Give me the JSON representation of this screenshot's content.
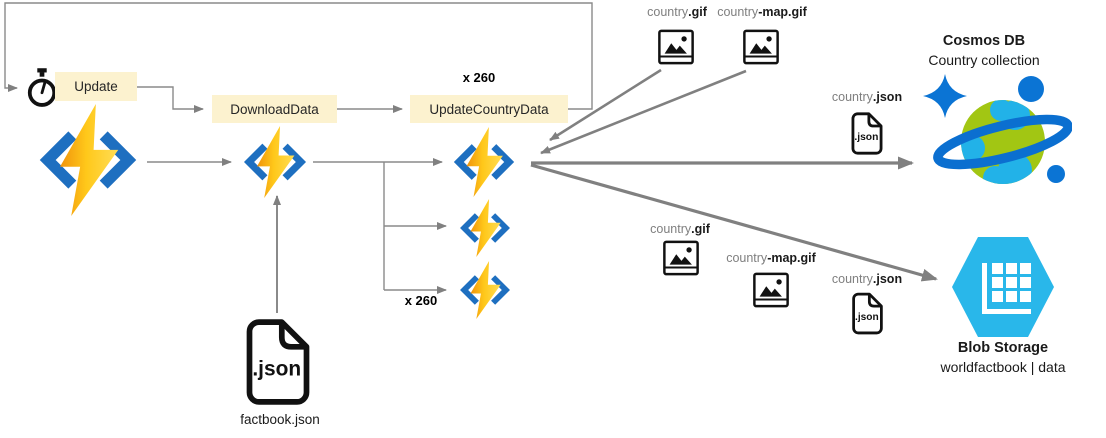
{
  "colors": {
    "label_box_bg": "#fcf2cf",
    "functions_bracket_blue": "#1e6fc0",
    "bolt_orange": "#f0930b",
    "bolt_yellow": "#ffc81a",
    "bolt_pale": "#ffdd55",
    "arrow_gray": "#808080",
    "cosmos_blue": "#0b74d4",
    "globe_green": "#a2c613",
    "cloud_cyan": "#22b2e8",
    "blob_cyan": "#29b7ea",
    "filename_gray": "#7f7f7f",
    "text_black": "#1a1a1a"
  },
  "pipeline": {
    "trigger_label": "Update",
    "step1_label": "DownloadData",
    "step2_label": "UpdateCountryData",
    "fanout_top_label": "x 260",
    "fanout_bottom_label": "x 260"
  },
  "files": {
    "factbook": {
      "label": "factbook.json",
      "badge": ".json"
    },
    "gif_top_1": {
      "name": "country",
      "ext": ".gif"
    },
    "gif_top_2": {
      "name": "country",
      "ext": "-map.gif"
    },
    "json_cosmos": {
      "name": "country",
      "ext": ".json",
      "badge": ".json"
    },
    "gif_bottom_1": {
      "name": "country",
      "ext": ".gif"
    },
    "gif_bottom_2": {
      "name": "country",
      "ext": "-map.gif"
    },
    "json_blob": {
      "name": "country",
      "ext": ".json",
      "badge": ".json"
    }
  },
  "cosmos": {
    "title": "Cosmos DB",
    "subtitle": "Country collection"
  },
  "blob": {
    "title": "Blob Storage",
    "subtitle": "worldfactbook | data"
  }
}
